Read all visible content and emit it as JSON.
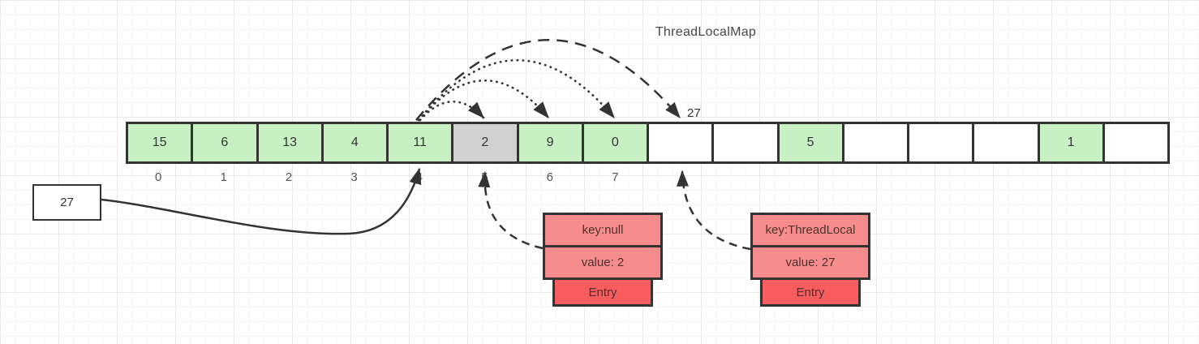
{
  "title": "ThreadLocalMap",
  "colors": {
    "cell_green": "#c8f1c3",
    "cell_gray": "#d2d1d2",
    "cell_empty": "#fefefe",
    "cell_border": "#333333",
    "entry_row_red": "#f78c8c",
    "entry_footer_red": "#f95d5d",
    "line": "#333333"
  },
  "array": {
    "cells": [
      {
        "value": "15",
        "index_label": "0",
        "state": "green"
      },
      {
        "value": "6",
        "index_label": "1",
        "state": "green"
      },
      {
        "value": "13",
        "index_label": "2",
        "state": "green"
      },
      {
        "value": "4",
        "index_label": "3",
        "state": "green"
      },
      {
        "value": "11",
        "index_label": "4",
        "state": "green"
      },
      {
        "value": "2",
        "index_label": "5",
        "state": "gray"
      },
      {
        "value": "9",
        "index_label": "6",
        "state": "green"
      },
      {
        "value": "0",
        "index_label": "7",
        "state": "green"
      },
      {
        "value": "",
        "index_label": "",
        "state": "empty"
      },
      {
        "value": "",
        "index_label": "",
        "state": "empty"
      },
      {
        "value": "5",
        "index_label": "",
        "state": "green"
      },
      {
        "value": "",
        "index_label": "",
        "state": "empty"
      },
      {
        "value": "",
        "index_label": "",
        "state": "empty"
      },
      {
        "value": "",
        "index_label": "",
        "state": "empty"
      },
      {
        "value": "1",
        "index_label": "",
        "state": "green"
      },
      {
        "value": "",
        "index_label": "",
        "state": "empty"
      }
    ]
  },
  "probe_label": "27",
  "left_box": {
    "value": "27"
  },
  "entries": [
    {
      "key": "key:null",
      "value": "value: 2",
      "footer": "Entry"
    },
    {
      "key": "key:ThreadLocal",
      "value": "value: 27",
      "footer": "Entry"
    }
  ]
}
